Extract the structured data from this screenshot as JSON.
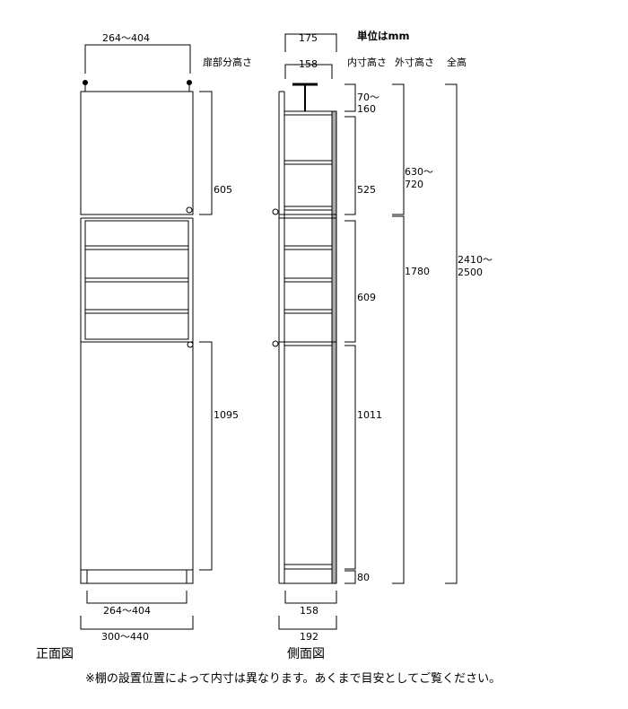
{
  "unit_label": "単位はmm",
  "headers": {
    "door_height": "扉部分高さ",
    "inner_height": "内寸高さ",
    "outer_height": "外寸高さ",
    "total_height": "全高"
  },
  "front_view": {
    "title": "正面図",
    "top_width": "264～404",
    "bottom_inner_width": "264～404",
    "bottom_outer_width": "300～440",
    "upper_door_height": "605",
    "lower_door_height": "1095"
  },
  "side_view": {
    "title": "側面図",
    "top_outer_depth": "175",
    "top_inner_depth": "158",
    "bottom_inner_depth": "158",
    "bottom_outer_depth": "192",
    "inner_heights": {
      "adjuster_line1": "70～",
      "adjuster_line2": "160",
      "upper": "525",
      "middle": "609",
      "lower": "1011",
      "base": "80"
    },
    "outer_heights": {
      "upper_line1": "630～",
      "upper_line2": "720",
      "lower": "1780"
    },
    "total_height": {
      "line1": "2410～",
      "line2": "2500"
    }
  },
  "footnote": "※棚の設置位置によって内寸は異なります。あくまで目安としてご覧ください。"
}
